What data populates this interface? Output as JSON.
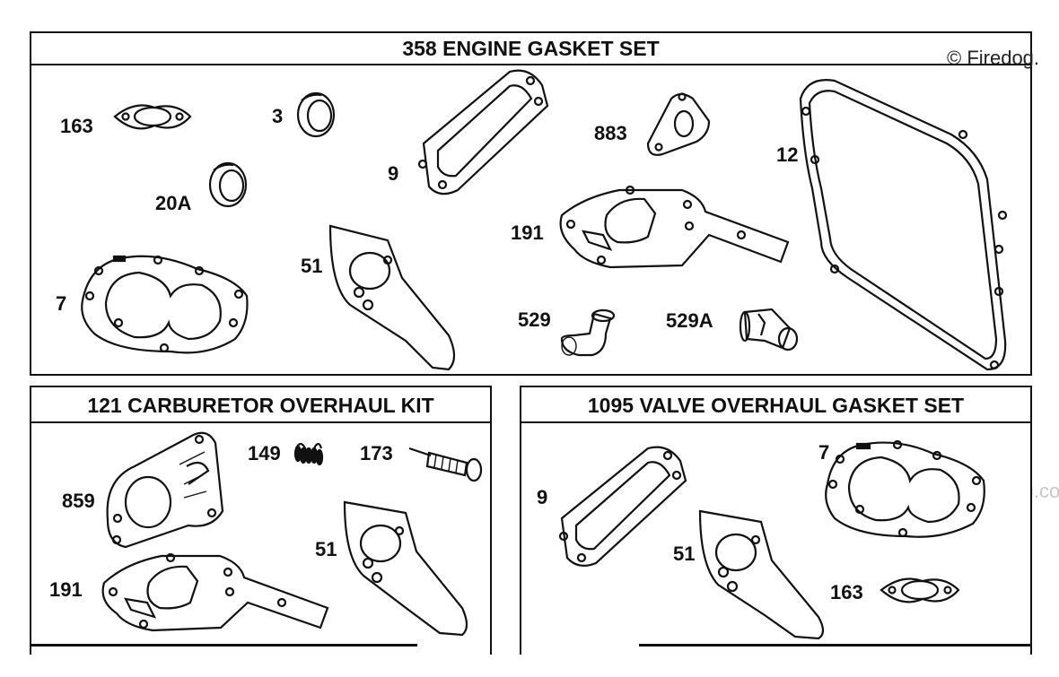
{
  "panels": {
    "engine": {
      "title": "358 ENGINE GASKET SET"
    },
    "carburetor": {
      "title": "121 CARBURETOR OVERHAUL KIT"
    },
    "valve": {
      "title": "1095 VALVE OVERHAUL GASKET SET"
    }
  },
  "copyright": "© Firedog.",
  "watermark": "© Firedog.com",
  "engine_parts": [
    "163",
    "3",
    "9",
    "883",
    "12",
    "20A",
    "191",
    "51",
    "7",
    "529",
    "529A"
  ],
  "carburetor_parts": [
    "149",
    "173",
    "859",
    "51",
    "191"
  ],
  "valve_parts": [
    "7",
    "9",
    "51",
    "163"
  ]
}
